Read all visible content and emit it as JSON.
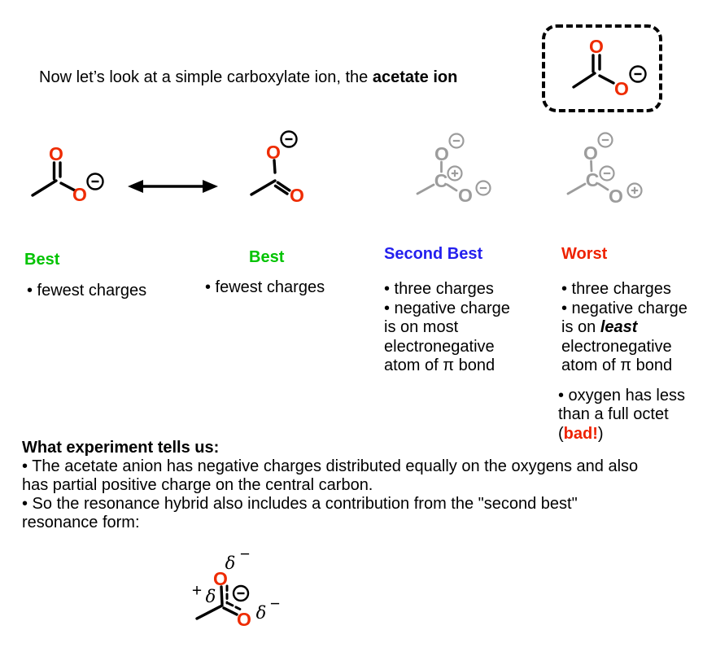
{
  "intro": {
    "text_regular": "Now let’s look at a simple carboxylate ion, the ",
    "text_bold": "acetate ion"
  },
  "symbols": {
    "oxygen": "O",
    "carbon": "C",
    "plus": "+",
    "minus": "−",
    "delta": "δ"
  },
  "icons": {
    "minus_charge": "circled-minus",
    "plus_charge": "circled-plus",
    "resonance_arrow": "double-headed-arrow"
  },
  "colors": {
    "oxygen_red": "#ee2b00",
    "struct_gray": "#9c9c9c",
    "best_green": "#00c300",
    "second_best_blue": "#2420ee",
    "worst_red": "#ee2200"
  },
  "ranking": {
    "col1": {
      "label": "Best",
      "line1": "• fewest charges"
    },
    "col2": {
      "label": "Best",
      "line1": "• fewest charges"
    },
    "col3": {
      "label": "Second Best",
      "line1": "• three charges",
      "line2": "• negative charge",
      "line3": "is on most",
      "line4": "electronegative",
      "line5": "atom of π bond"
    },
    "col4": {
      "label": "Worst",
      "line1": "• three charges",
      "line2": "• negative charge",
      "line3_prefix": "is on ",
      "line3_emph": "least",
      "line4": "electronegative",
      "line5": "atom of π bond",
      "line6": "• oxygen has less",
      "line7": "than a full octet",
      "line8_open": "(",
      "line8_bad": "bad!",
      "line8_close": ")"
    }
  },
  "experiment": {
    "heading": "What experiment tells us:",
    "line1": "• The acetate anion has negative charges distributed equally on the oxygens and also",
    "line2": "has partial positive charge on the central carbon.",
    "line3": "• So the resonance hybrid also includes a contribution from the \"second best\"",
    "line4": "resonance form:"
  }
}
